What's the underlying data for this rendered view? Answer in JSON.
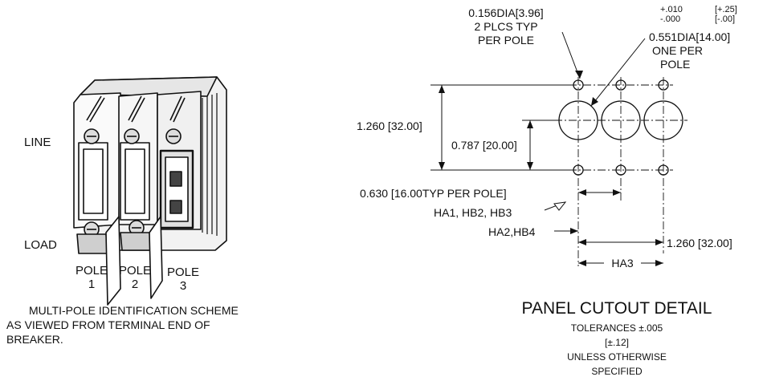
{
  "left": {
    "label_line": "LINE",
    "label_load": "LOAD",
    "poles": [
      {
        "label": "POLE",
        "num": "1"
      },
      {
        "label": "POLE",
        "num": "2"
      },
      {
        "label": "POLE",
        "num": "3"
      }
    ],
    "caption": [
      "MULTI-POLE IDENTIFICATION SCHEME",
      "AS VIEWED FROM TERMINAL END OF",
      "BREAKER."
    ]
  },
  "right": {
    "hole_small": [
      "0.156DIA[3.96]",
      "2 PLCS TYP",
      "PER POLE"
    ],
    "tol_top": [
      "+.010",
      "-.000"
    ],
    "tol_top_metric": [
      "[+.25]",
      "[-.00]"
    ],
    "hole_large": [
      "0.551DIA[14.00]",
      "ONE PER",
      "POLE"
    ],
    "dim_height": "1.260 [32.00]",
    "dim_center": "0.787 [20.00]",
    "dim_pitch": "0.630 [16.00TYP PER POLE]",
    "ref_ha1": "HA1, HB2,  HB3",
    "ref_ha2": "HA2,HB4",
    "dim_width": "1.260 [32.00]",
    "ref_ha3": "HA3",
    "title": "PANEL CUTOUT DETAIL",
    "tolerances": [
      "TOLERANCES ±.005",
      "[±.12]",
      "UNLESS OTHERWISE",
      "SPECIFIED"
    ]
  }
}
